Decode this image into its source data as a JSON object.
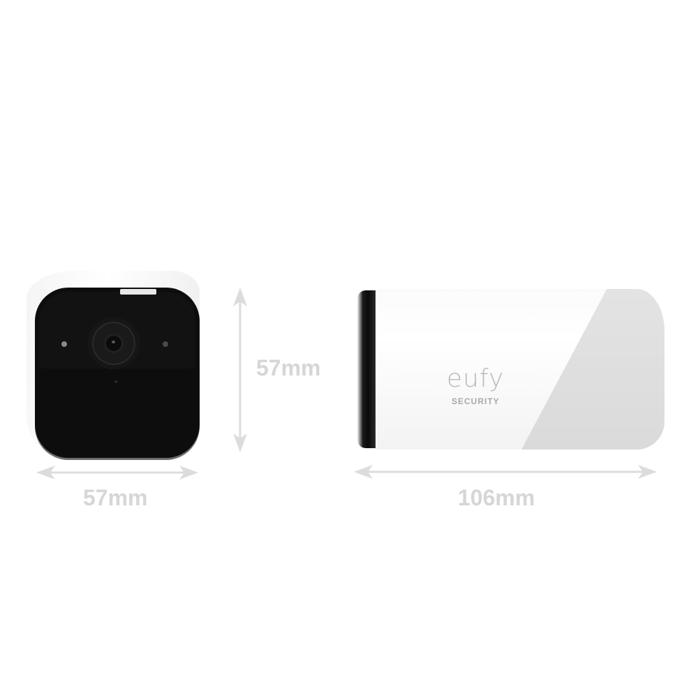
{
  "figure": {
    "subject": "eufy security camera dimensions",
    "front_view": {
      "width_label": "57mm",
      "height_label": "57mm"
    },
    "side_view": {
      "length_label": "106mm",
      "brand_logo": "eufy",
      "brand_subtitle": "SECURITY"
    },
    "colors": {
      "background": "#ffffff",
      "dimension_gray": "#d6d6d6",
      "camera_body": "#ffffff",
      "camera_face": "#0d0d0d",
      "logo_gray": "#b9b9b9"
    }
  }
}
